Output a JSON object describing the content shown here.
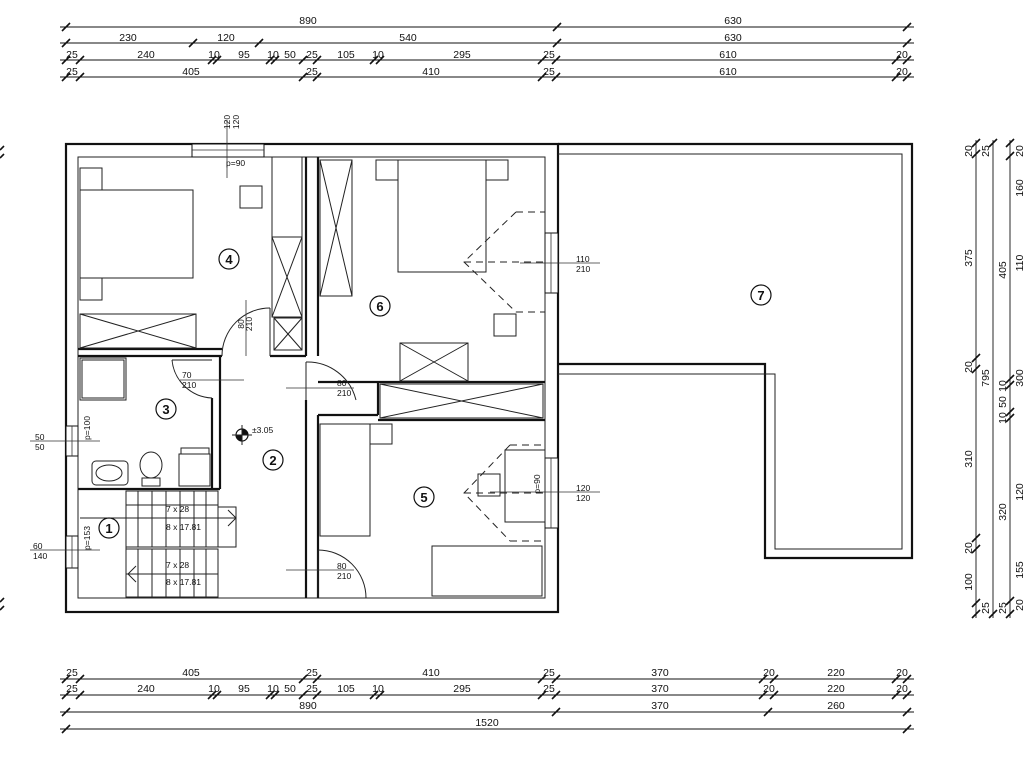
{
  "dimensions": {
    "top": {
      "row1": [
        "890",
        "630"
      ],
      "row2": [
        "230",
        "120",
        "540",
        "630"
      ],
      "row3": [
        "25",
        "240",
        "10",
        "95",
        "10",
        "50",
        "25",
        "105",
        "10",
        "295",
        "25",
        "610",
        "20"
      ],
      "row4": [
        "25",
        "405",
        "25",
        "410",
        "25",
        "610",
        "20"
      ]
    },
    "bottom": {
      "row1": [
        "25",
        "405",
        "25",
        "410",
        "25",
        "370",
        "20",
        "220",
        "20"
      ],
      "row2": [
        "25",
        "240",
        "10",
        "95",
        "10",
        "50",
        "25",
        "105",
        "10",
        "295",
        "25",
        "370",
        "20",
        "220",
        "20"
      ],
      "row3": [
        "890",
        "370",
        "260"
      ],
      "row4": [
        "1520"
      ]
    },
    "right": {
      "col1": [
        "20",
        "375",
        "20",
        "310",
        "20",
        "100",
        "25"
      ],
      "col2": [
        "795"
      ],
      "col3": [
        "25",
        "405",
        "10",
        "50",
        "10",
        "320",
        "25"
      ],
      "col4": [
        "20",
        "160",
        "110",
        "300",
        "120",
        "155",
        "20"
      ]
    }
  },
  "rooms": [
    "1",
    "2",
    "3",
    "4",
    "5",
    "6",
    "7"
  ],
  "openings": {
    "window_room4": [
      "120",
      "120"
    ],
    "window_room4_sill": "p=90",
    "door_room4": [
      "80",
      "210"
    ],
    "door_room3": [
      "70",
      "210"
    ],
    "door_room6": [
      "80",
      "210"
    ],
    "door_room5": [
      "80",
      "210"
    ],
    "window_room6": [
      "110",
      "210"
    ],
    "window_room5": [
      "120",
      "120"
    ],
    "window_room5_sill": "p=90",
    "window_room3": [
      "50",
      "50"
    ],
    "window_room3_sill": "p=100",
    "window_room1": [
      "60",
      "140"
    ],
    "window_room1_sill": "p=153"
  },
  "level_mark": "±3.05",
  "stairs": {
    "upper_steps": "7 x 28",
    "upper_rise": "8 x 17.81",
    "lower_steps": "7 x 28",
    "lower_rise": "8 x 17.81"
  }
}
